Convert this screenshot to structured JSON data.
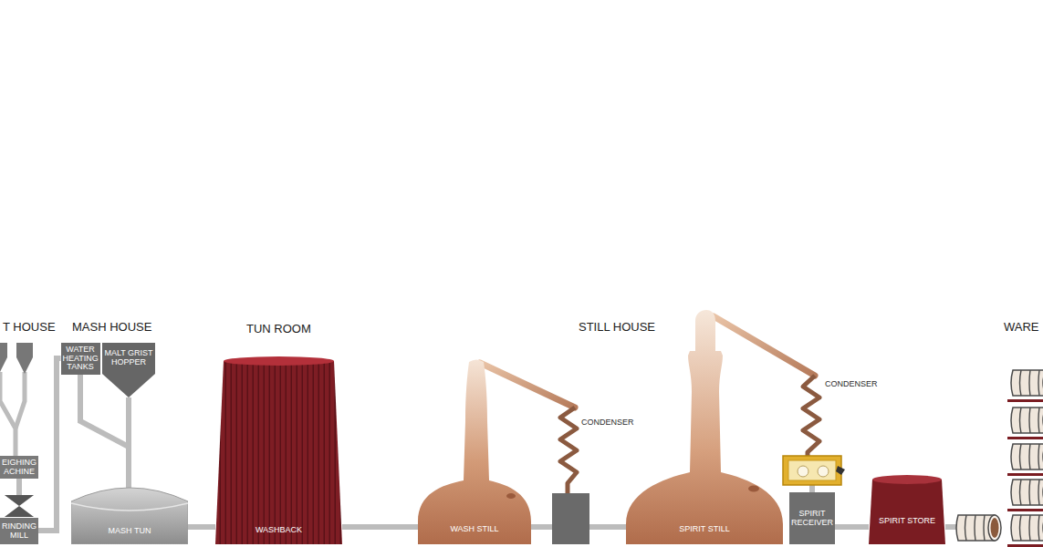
{
  "diagram": {
    "nodes": [
      {
        "text": [
          "EIGHING ACHINE"
        ]
      },
      {
        "text": [
          "RINDING MILL"
        ]
      },
      {
        "text": [
          "WATER HEATING TANKS"
        ]
      },
      {
        "text": [
          "MALT GRIST HOPPER"
        ]
      },
      {
        "text": [
          "MASH TUN"
        ]
      },
      {
        "text": [
          "WASHBACK"
        ]
      },
      {
        "text": [
          "WASH STILL"
        ]
      },
      {
        "text": [
          "SPIRIT STILL"
        ]
      },
      {
        "text": [
          "SPIRIT RECEIVER"
        ]
      },
      {
        "text": [
          "SPIRIT STORE"
        ]
      }
    ],
    "edges": [
      {
        "from": 0,
        "to": 1,
        "arrow": "none"
      },
      {
        "from": 1,
        "to": 2,
        "arrow": "none"
      },
      {
        "from": 2,
        "to": 4,
        "arrow": "none"
      },
      {
        "from": 3,
        "to": 4,
        "arrow": "none"
      },
      {
        "from": 4,
        "to": 5,
        "arrow": "none"
      },
      {
        "from": 5,
        "to": 6,
        "arrow": "none"
      },
      {
        "from": 6,
        "to": 7,
        "arrow": "none"
      },
      {
        "from": 8,
        "to": 9,
        "arrow": "none"
      }
    ],
    "labels": [
      "T HOUSE",
      "MASH HOUSE",
      "TUN ROOM",
      "STILL HOUSE",
      "WARE",
      "CONDENSER",
      "CONDENSER"
    ]
  }
}
